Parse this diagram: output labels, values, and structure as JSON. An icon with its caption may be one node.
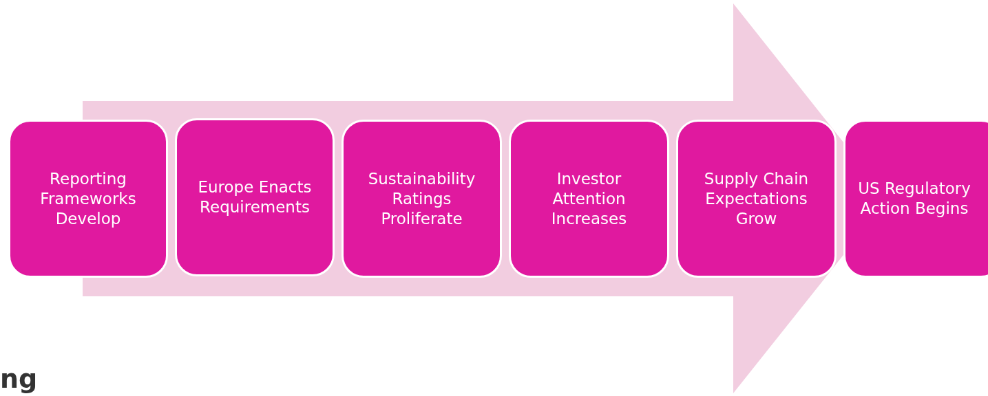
{
  "diagram": {
    "nodes": [
      {
        "text": [
          "Reporting Frameworks Develop"
        ]
      },
      {
        "text": [
          "Europe Enacts Requirements"
        ]
      },
      {
        "text": [
          "Sustainability Ratings Proliferate"
        ]
      },
      {
        "text": [
          "Investor Attention Increases"
        ]
      },
      {
        "text": [
          "Supply Chain Expectations Grow"
        ]
      },
      {
        "text": [
          "US Regulatory Action Begins"
        ]
      }
    ],
    "edges": [
      {
        "from": 0,
        "to": 5,
        "arrow": "to"
      }
    ],
    "labels": [
      "ng"
    ]
  }
}
